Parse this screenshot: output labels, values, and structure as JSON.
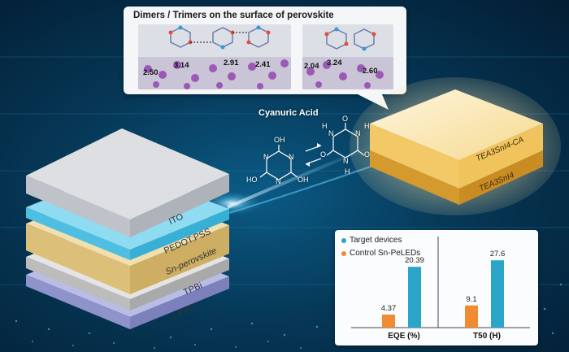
{
  "callout": {
    "title": "Dimers / Trimers on the surface of perovskite",
    "distances_left": [
      "3.14",
      "2.50",
      "2.91",
      "2.41"
    ],
    "distances_right": [
      "2.04",
      "3.24",
      "2.60"
    ]
  },
  "molecule": {
    "name": "Cyanuric Acid",
    "left_atoms": [
      "OH",
      "N",
      "N",
      "HO",
      "N",
      "OH"
    ],
    "right_atoms": [
      "H",
      "O",
      "N",
      "O",
      "N",
      "O",
      "N",
      "H",
      "H"
    ]
  },
  "crystal": {
    "top_layer": "TEA3SnI4-CA",
    "bottom_layer": "TEA3SnI4"
  },
  "device_layers": [
    "ITO",
    "PEDOT:PSS",
    "Sn-perovskite",
    "TPBi",
    "LiF/Al"
  ],
  "colors": {
    "target": "#2aa4c8",
    "control": "#f08a33"
  },
  "chart_data": {
    "type": "bar",
    "categories": [
      "EQE (%)",
      "T50 (H)"
    ],
    "series": [
      {
        "name": "Target devices",
        "values": [
          20.39,
          27.6
        ]
      },
      {
        "name": "Control Sn-PeLEDs",
        "values": [
          4.37,
          9.1
        ]
      }
    ],
    "labels": {
      "target": [
        "20.39",
        "27.6"
      ],
      "control": [
        "4.37",
        "9.1"
      ]
    }
  }
}
